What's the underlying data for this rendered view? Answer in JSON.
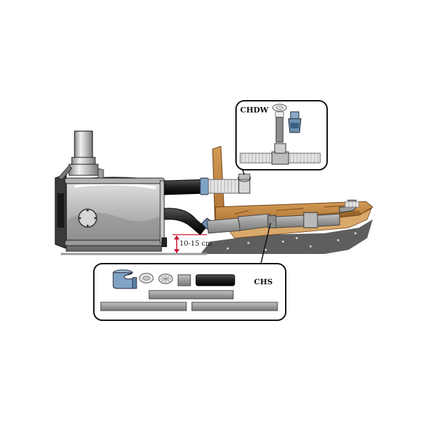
{
  "callouts": {
    "chdw_label": "CHDW",
    "chs_label": "CHS"
  },
  "measurement": {
    "height_label": "10-15 cm"
  },
  "colors": {
    "outline": "#111111",
    "measure_red": "#c8102e",
    "wood": "#c58a45",
    "wood_dark": "#7a4a1c",
    "ground": "#5f5f5f",
    "pipe_grey": "#9a9a9a",
    "pipe_black": "#222222",
    "fitting_blue": "#7fa3c4"
  },
  "icons": [
    "heater-icon",
    "chimney-icon",
    "inlet-pipe-icon",
    "outlet-pipe-icon",
    "drain-fitting-icon",
    "elbow-icon",
    "flexible-hose-icon"
  ]
}
